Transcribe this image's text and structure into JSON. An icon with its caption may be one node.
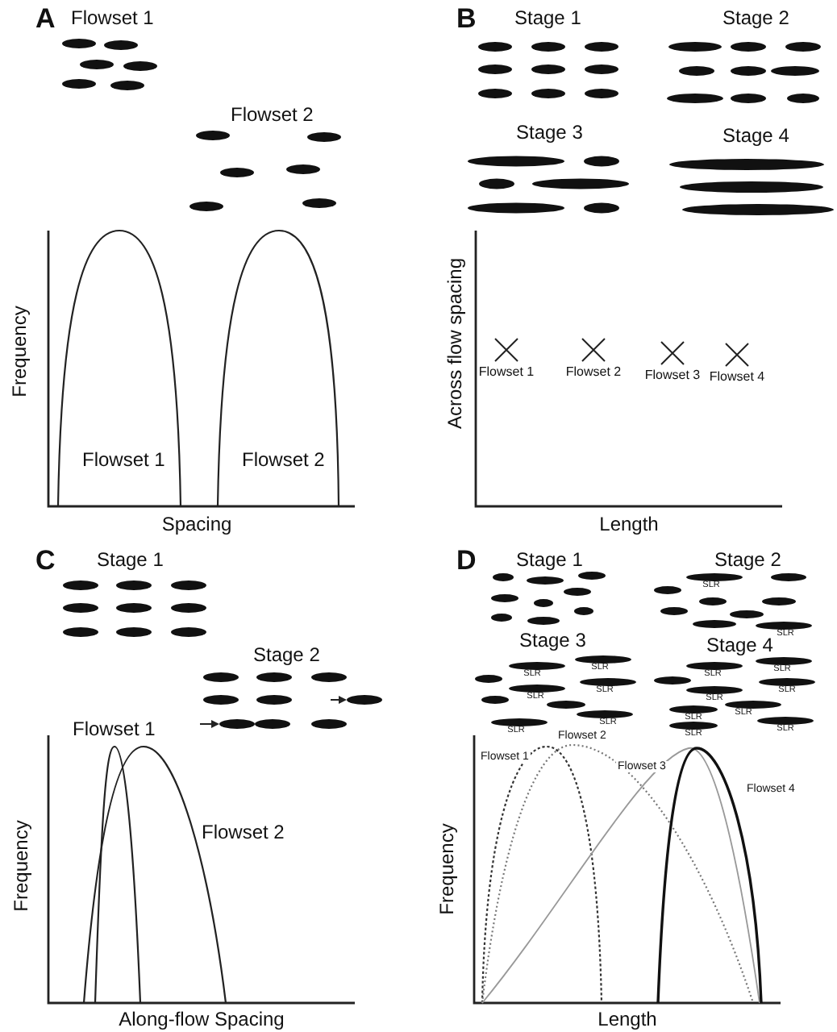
{
  "diagram": {
    "labels": [
      "A",
      "Flowset 1",
      "Flowset 2",
      "Frequency",
      "Flowset 1",
      "Flowset 2",
      "Spacing",
      "B",
      "Stage 1",
      "Stage 2",
      "Stage 3",
      "Stage 4",
      "Across flow spacing",
      "Flowset 1",
      "Flowset 2",
      "Flowset 3",
      "Flowset 4",
      "Length",
      "C",
      "Stage 1",
      "Stage 2",
      "Flowset 1",
      "Flowset 2",
      "Frequency",
      "Along-flow Spacing",
      "D",
      "Stage 1",
      "Stage 2",
      "SLR",
      "SLR",
      "Stage 3",
      "SLR",
      "SLR",
      "SLR",
      "SLR",
      "SLR",
      "SLR",
      "Stage 4",
      "SLR",
      "SLR",
      "SLR",
      "SLR",
      "SLR",
      "SLR",
      "SLR",
      "SLR",
      "Flowset 1",
      "Flowset 2",
      "Flowset 3",
      "Flowset 4",
      "Frequency",
      "Length"
    ]
  }
}
